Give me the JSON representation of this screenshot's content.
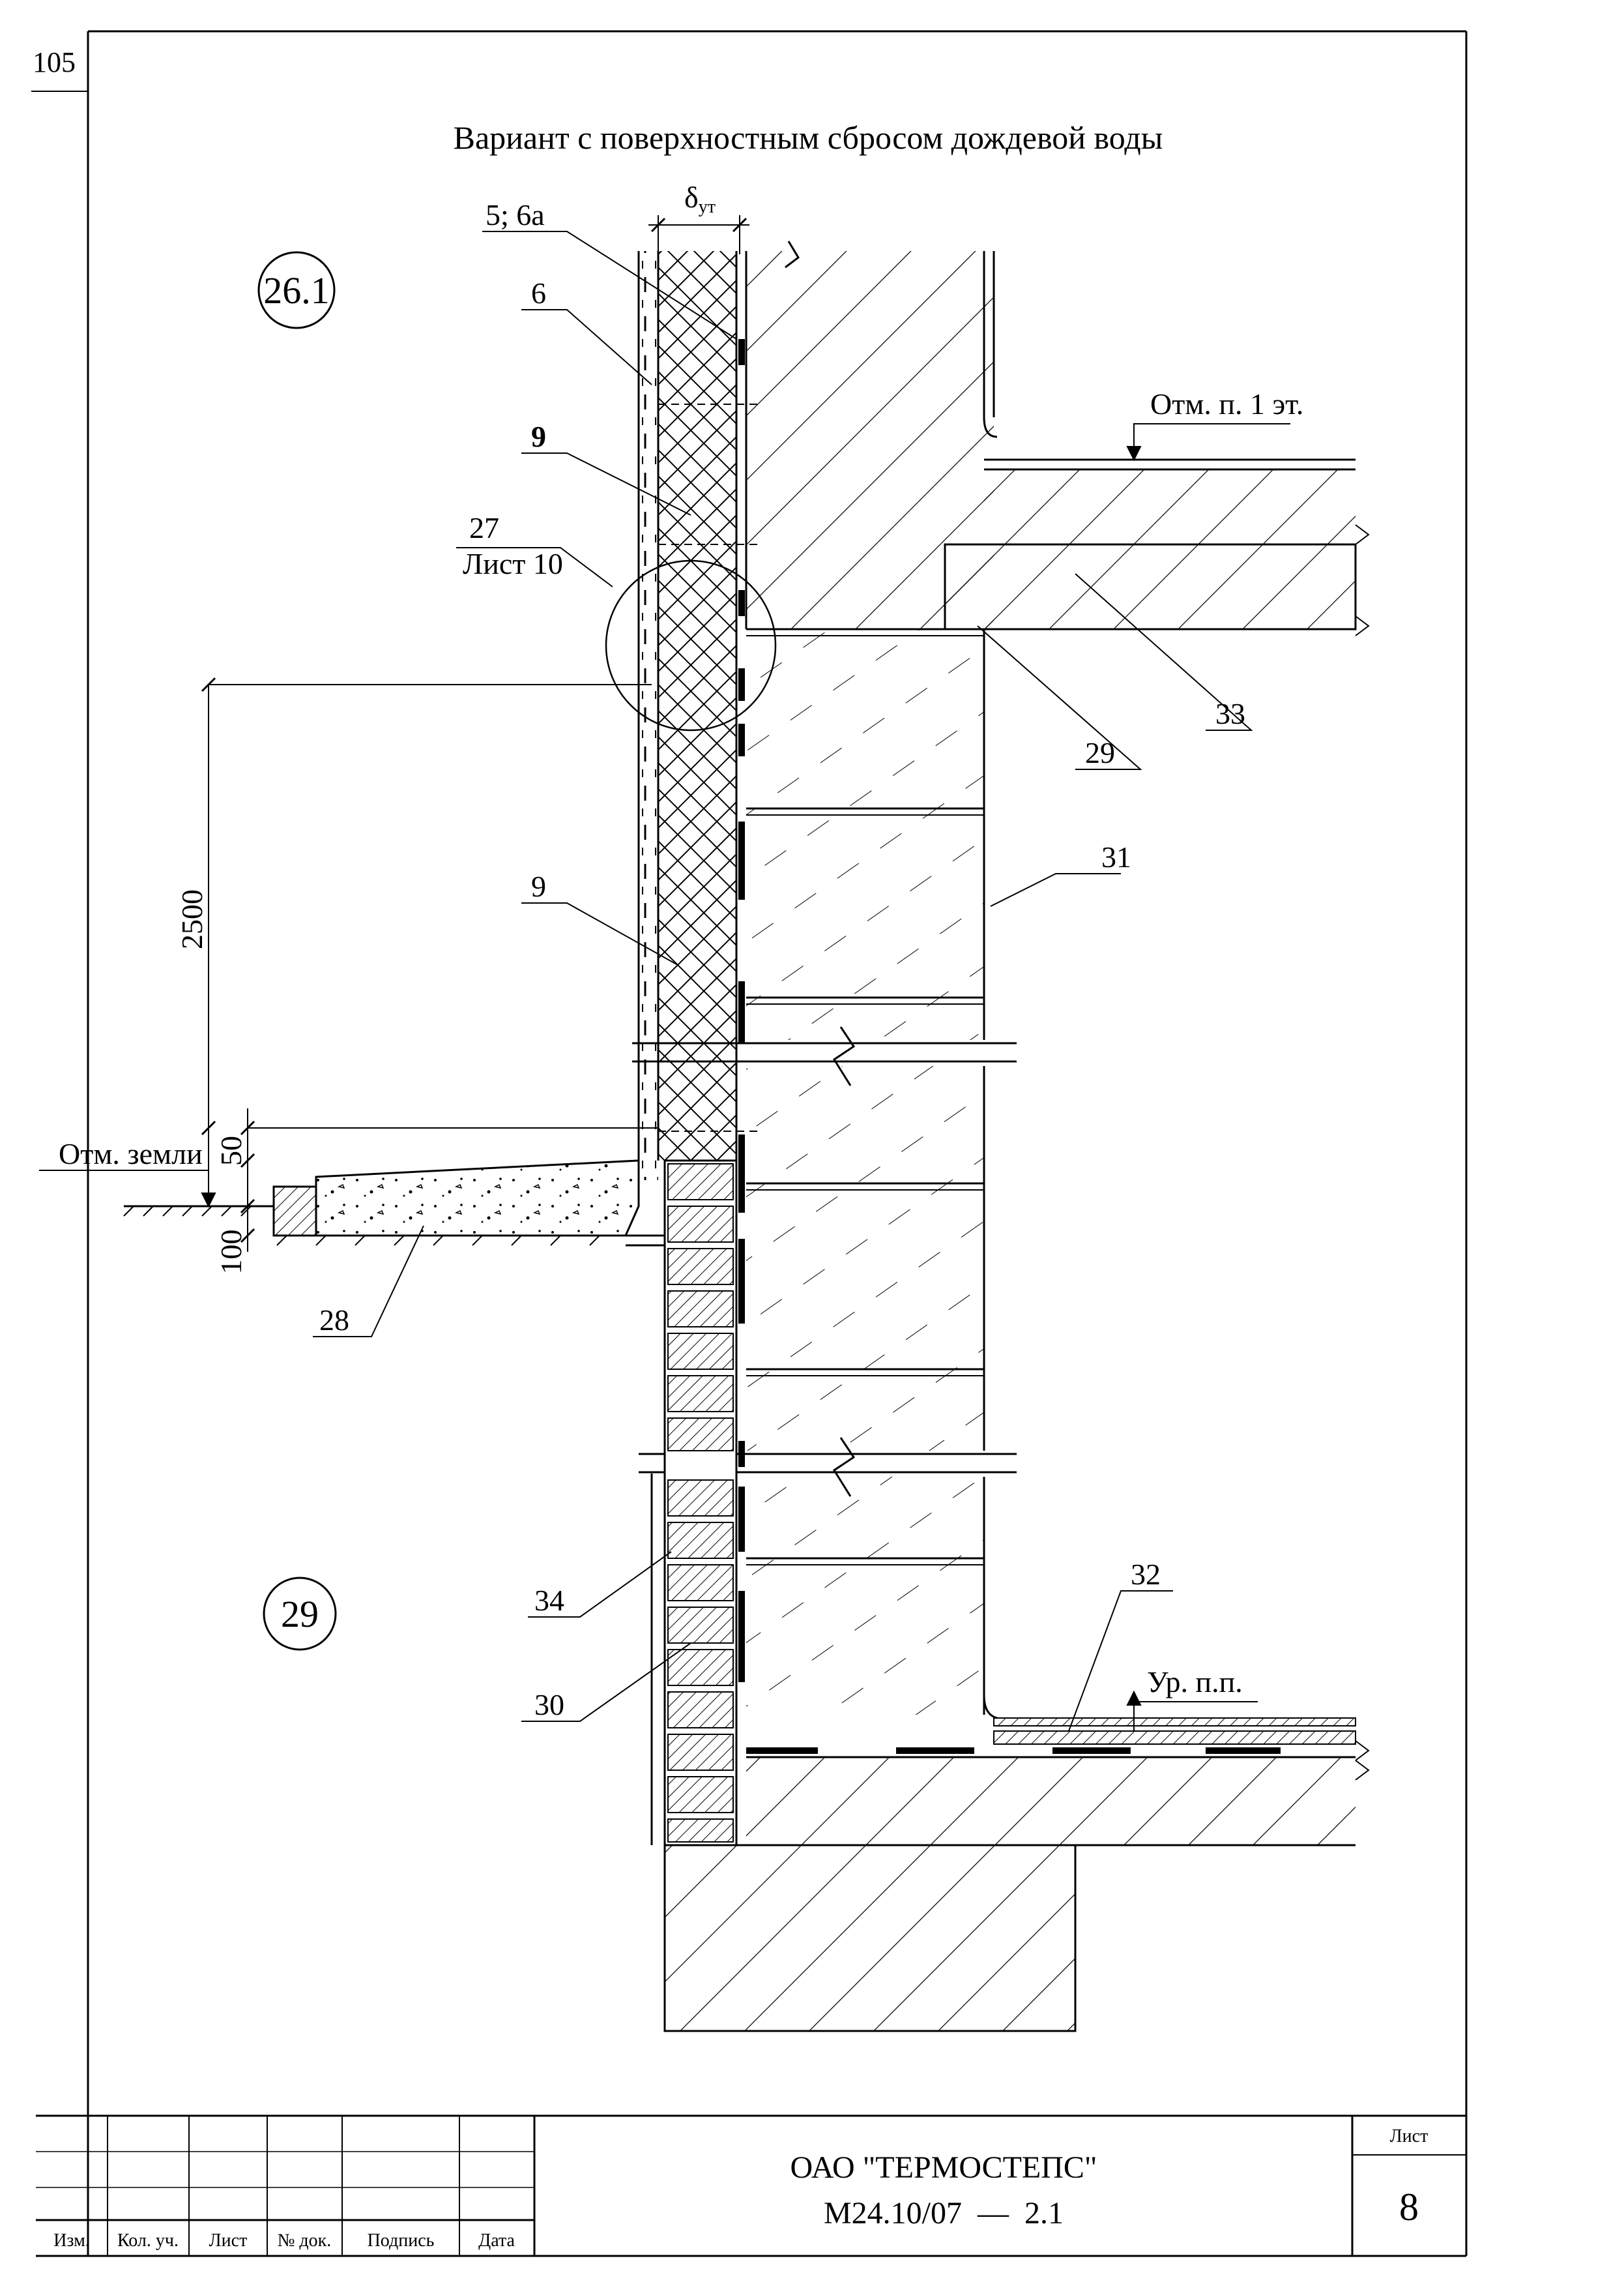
{
  "page": {
    "number": "105",
    "title": "Вариант с поверхностным сбросом дождевой воды"
  },
  "nodes": {
    "upper": "26.1",
    "lower": "29"
  },
  "labels": {
    "l_5_6a": "5; 6а",
    "l_6": "6",
    "l_9_top": "9",
    "l_27": "27",
    "l_sheet10": "Лист 10",
    "l_9_mid": "9",
    "l_28": "28",
    "l_29": "29",
    "l_31": "31",
    "l_33": "33",
    "l_32": "32",
    "l_34": "34",
    "l_30": "30",
    "delta": "δ",
    "delta_sub": "ут"
  },
  "levels": {
    "first_floor": "Отм. п. 1 эт.",
    "ground": "Отм. земли",
    "floor": "Ур. п.п."
  },
  "dimensions": {
    "d2500": "2500",
    "d50": "50",
    "d100": "100"
  },
  "stamp": {
    "headers": [
      "Изм.",
      "Кол. уч.",
      "Лист",
      "№ док.",
      "Подпись",
      "Дата"
    ],
    "organization": "ОАО \"ТЕРМОСТЕПС\"",
    "code": "М24.10/07  —  2.1",
    "sheet_label": "Лист",
    "sheet_number": "8"
  }
}
